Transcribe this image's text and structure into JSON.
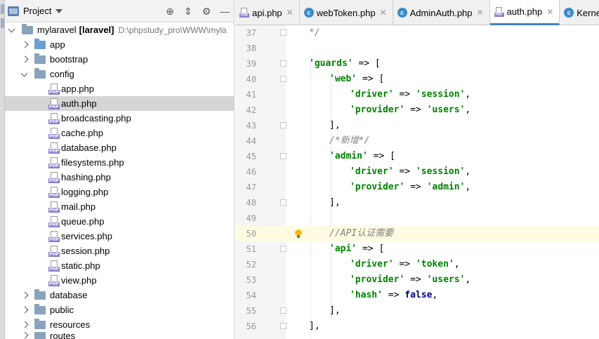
{
  "project_panel": {
    "title": "Project",
    "root": {
      "name": "mylaravel",
      "module": "[laravel]",
      "path": "D:\\phpstudy_pro\\WWW\\myla"
    },
    "folders": [
      "app",
      "bootstrap",
      "config",
      "database",
      "public",
      "resources"
    ],
    "config_files": [
      "app.php",
      "auth.php",
      "broadcasting.php",
      "cache.php",
      "database.php",
      "filesystems.php",
      "hashing.php",
      "logging.php",
      "mail.php",
      "queue.php",
      "services.php",
      "session.php",
      "static.php",
      "view.php"
    ],
    "selected_file": "auth.php",
    "partial_item": "routes"
  },
  "tabs": [
    {
      "label": "api.php",
      "icon": "php-file-icon",
      "active": false
    },
    {
      "label": "webToken.php",
      "icon": "class-icon",
      "active": false
    },
    {
      "label": "AdminAuth.php",
      "icon": "class-icon",
      "active": false
    },
    {
      "label": "auth.php",
      "icon": "php-file-icon",
      "active": true
    },
    {
      "label": "Kerne",
      "icon": "class-icon",
      "active": false
    }
  ],
  "editor": {
    "line_numbers": [
      "37",
      "38",
      "39",
      "40",
      "41",
      "42",
      "43",
      "44",
      "45",
      "46",
      "47",
      "48",
      "49",
      "50",
      "51",
      "52",
      "53",
      "54",
      "55",
      "56"
    ],
    "highlighted_line": "50",
    "code": {
      "l37": "*/",
      "l39_key": "'guards'",
      "l39_rest": " => [",
      "l40_key": "'web'",
      "l40_rest": " => [",
      "l41_key": "'driver'",
      "l41_mid": " => ",
      "l41_val": "'session'",
      "l42_key": "'provider'",
      "l42_mid": " => ",
      "l42_val": "'users'",
      "l43": "],",
      "l44": "/*新增*/",
      "l45_key": "'admin'",
      "l45_rest": " => [",
      "l46_key": "'driver'",
      "l46_mid": " => ",
      "l46_val": "'session'",
      "l47_key": "'provider'",
      "l47_mid": " => ",
      "l47_val": "'admin'",
      "l48": "],",
      "l50": "//API认证需要",
      "l51_key": "'api'",
      "l51_rest": " => [",
      "l52_key": "'driver'",
      "l52_mid": " => ",
      "l52_val": "'token'",
      "l53_key": "'provider'",
      "l53_mid": " => ",
      "l53_val": "'users'",
      "l54_key": "'hash'",
      "l54_mid": " => ",
      "l54_val": "false",
      "l54_end": ",",
      "l55": "],",
      "l56": "],",
      "comma": ","
    }
  }
}
